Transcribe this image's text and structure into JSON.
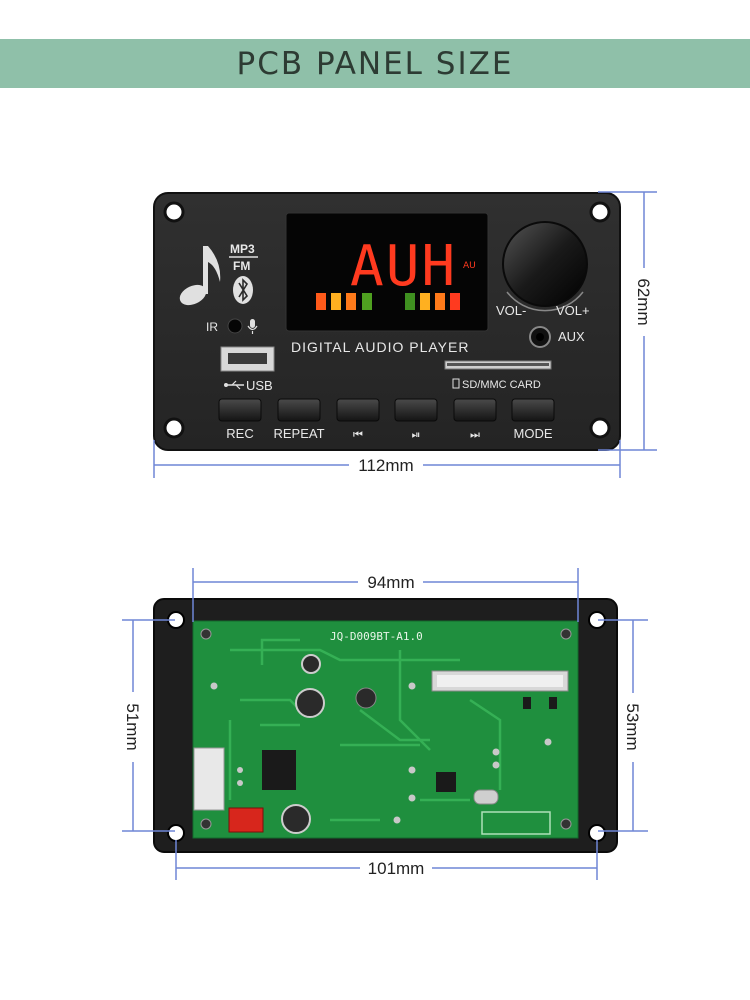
{
  "header": {
    "title": "PCB PANEL SIZE"
  },
  "front_panel": {
    "display_text": "AUH",
    "display_mode_tag": "AU",
    "logo_line1": "MP3",
    "logo_line2": "FM",
    "ir_label": "IR",
    "title_label": "DIGITAL AUDIO PLAYER",
    "usb_label": "USB",
    "sd_label": "SD/MMC  CARD",
    "vol_minus": "VOL-",
    "vol_plus": "VOL+",
    "aux_label": "AUX",
    "buttons": [
      "REC",
      "REPEAT",
      "⏮",
      "⏯",
      "⏭",
      "MODE"
    ]
  },
  "dimensions": {
    "front_width": "112mm",
    "front_height": "62mm",
    "pcb_width": "94mm",
    "pcb_height_left": "51mm",
    "pcb_height_right": "53mm",
    "frame_width": "101mm"
  },
  "pcb": {
    "model": "JQ-D009BT-A1.0"
  },
  "colors": {
    "banner": "#8fc0a9",
    "dimension_line": "#6f86d6",
    "display_red": "#ff3a1f",
    "pcb_green": "#1f8f3e"
  }
}
